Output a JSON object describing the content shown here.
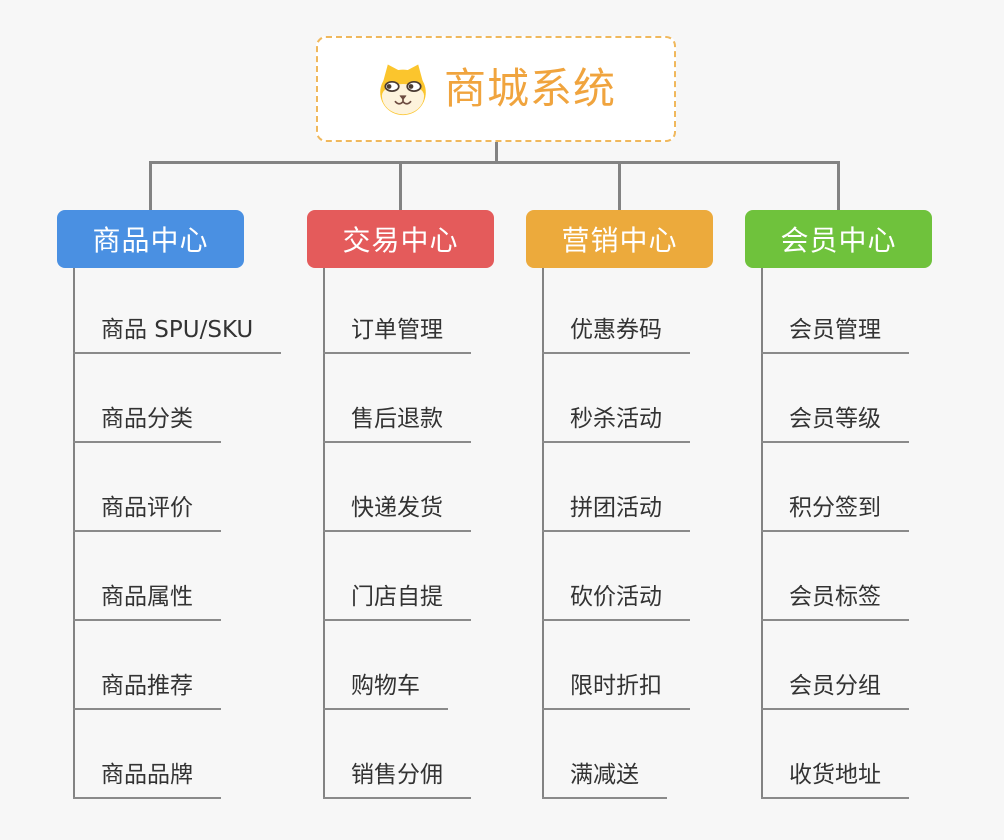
{
  "canvas": {
    "background": "#f7f7f7",
    "line_color": "#838383"
  },
  "root": {
    "title": "商城系统",
    "icon": "dog-icon",
    "title_color": "#f0a43e",
    "border_color": "#f0b85c"
  },
  "branches": [
    {
      "label": "商品中心",
      "color": "#4a90e2",
      "children": [
        "商品 SPU/SKU",
        "商品分类",
        "商品评价",
        "商品属性",
        "商品推荐",
        "商品品牌"
      ]
    },
    {
      "label": "交易中心",
      "color": "#e45b5b",
      "children": [
        "订单管理",
        "售后退款",
        "快递发货",
        "门店自提",
        "购物车",
        "销售分佣"
      ]
    },
    {
      "label": "营销中心",
      "color": "#ecaa3c",
      "children": [
        "优惠券码",
        "秒杀活动",
        "拼团活动",
        "砍价活动",
        "限时折扣",
        "满减送"
      ]
    },
    {
      "label": "会员中心",
      "color": "#6fc23c",
      "children": [
        "会员管理",
        "会员等级",
        "积分签到",
        "会员标签",
        "会员分组",
        "收货地址"
      ]
    }
  ]
}
